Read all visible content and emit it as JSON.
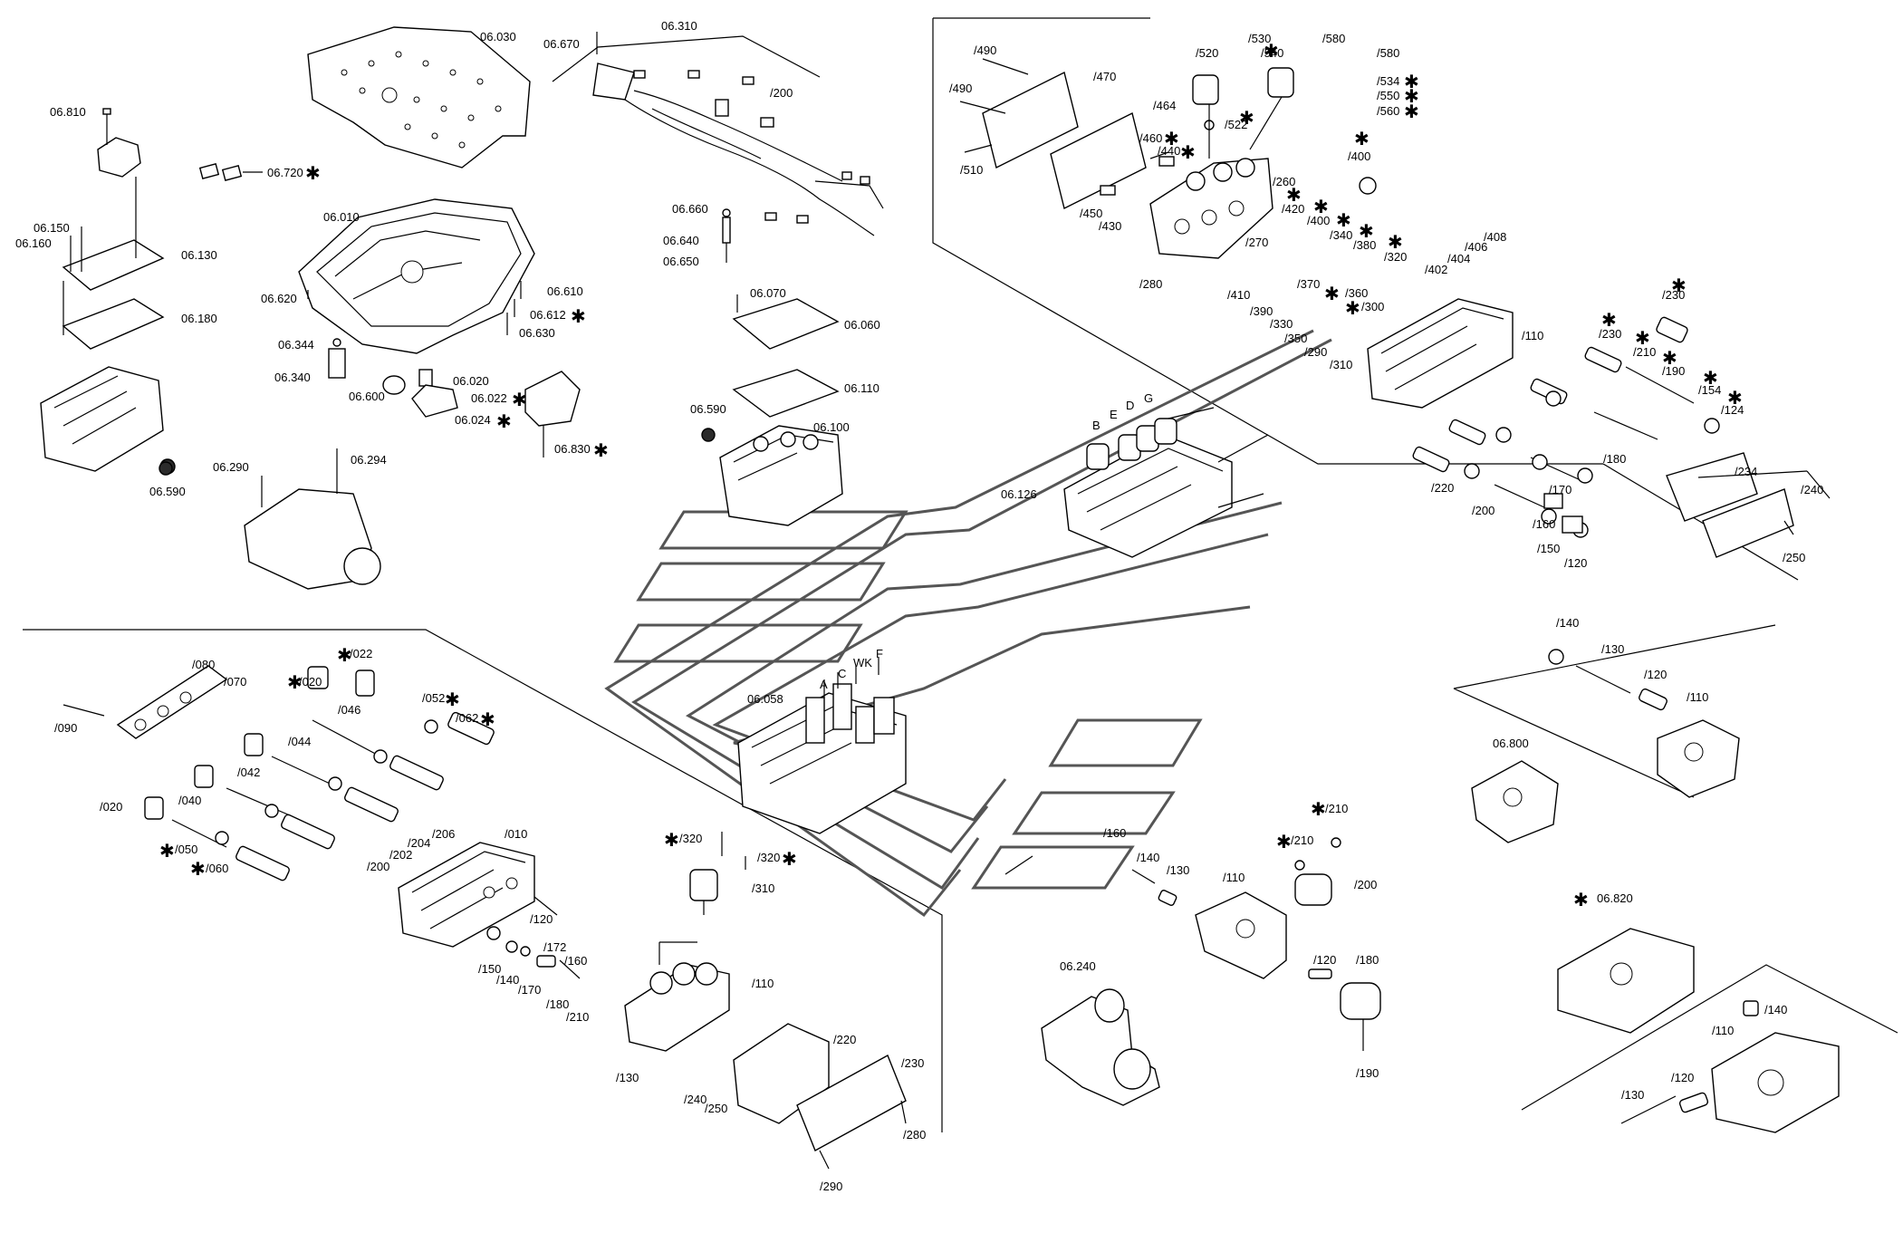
{
  "labels": {
    "l06030": "06.030",
    "l06810": "06.810",
    "l06720": "06.720",
    "l06150": "06.150",
    "l06160": "06.160",
    "l06130": "06.130",
    "l06180": "06.180",
    "l06590a": "06.590",
    "l06010": "06.010",
    "l06620": "06.620",
    "l06610": "06.610",
    "l06612": "06.612",
    "l06630": "06.630",
    "l06344": "06.344",
    "l06340": "06.340",
    "l06600": "06.600",
    "l06020": "06.020",
    "l06022": "06.022",
    "l06024": "06.024",
    "l06830": "06.830",
    "l06290": "06.290",
    "l06294": "06.294",
    "l06670": "06.670",
    "l06310": "06.310",
    "l200a": "/200",
    "l06660": "06.660",
    "l06640": "06.640",
    "l06650": "06.650",
    "l06070": "06.070",
    "l06060": "06.060",
    "l06110": "06.110",
    "l06590b": "06.590",
    "l06100": "06.100",
    "l490a": "/490",
    "l490b": "/490",
    "l510": "/510",
    "l470": "/470",
    "l464": "/464",
    "l520": "/520",
    "l530": "/530",
    "l540": "/540",
    "l580a": "/580",
    "l580b": "/580",
    "l522": "/522",
    "l534": "/534",
    "l550": "/550",
    "l560": "/560",
    "l400a": "/400",
    "l460": "/460",
    "l440": "/440",
    "l260": "/260",
    "l450": "/450",
    "l430": "/430",
    "l420": "/420",
    "l400b": "/400",
    "l340": "/340",
    "l380a": "/380",
    "l320a": "/320",
    "l270": "/270",
    "l280a": "/280",
    "l410": "/410",
    "l390": "/390",
    "l370": "/370",
    "l360": "/360",
    "l300": "/300",
    "l330": "/330",
    "l350": "/350",
    "l290a": "/290",
    "l310a": "/310",
    "l402": "/402",
    "l404": "/404",
    "l406": "/406",
    "l408": "/408",
    "l110a": "/110",
    "l230a": "/230",
    "l230b": "/230",
    "l210a": "/210",
    "l190a": "/190",
    "l154": "/154",
    "l124": "/124",
    "l180a": "/180",
    "l170": "/170",
    "l220a": "/220",
    "l200b": "/200",
    "l160a": "/160",
    "l150a": "/150",
    "l120a": "/120",
    "l234": "/234",
    "l240a": "/240",
    "l250a": "/250",
    "l06126": "06.126",
    "lB": "B",
    "lE": "E",
    "lD": "D",
    "lG": "G",
    "l06058": "06.058",
    "lA": "A",
    "lC": "C",
    "lWK": "WK",
    "lF": "F",
    "l090": "/090",
    "l080": "/080",
    "l070": "/070",
    "l020a": "/020",
    "l022": "/022",
    "l052": "/052",
    "l062": "/062",
    "l046": "/046",
    "l044": "/044",
    "l042": "/042",
    "l040": "/040",
    "l020b": "/020",
    "l050": "/050",
    "l060": "/060",
    "l206": "/206",
    "l204": "/204",
    "l202": "/202",
    "l200c": "/200",
    "l010": "/010",
    "l120b": "/120",
    "l150b": "/150",
    "l140a": "/140",
    "l172": "/172",
    "l170b": "/170",
    "l160b": "/160",
    "l180b": "/180",
    "l210b": "/210",
    "l320b": "/320",
    "l320c": "/320",
    "l310b": "/310",
    "l110b": "/110",
    "l130a": "/130",
    "l240b": "/240",
    "l250b": "/250",
    "l220b": "/220",
    "l230c": "/230",
    "l280b": "/280",
    "l290b": "/290",
    "l140b": "/140",
    "l130b": "/130",
    "l120c": "/120",
    "l110c": "/110",
    "l06800": "06.800",
    "l160c": "/160",
    "l140c": "/140",
    "l130c": "/130",
    "l110d": "/110",
    "l210c": "/210",
    "l210d": "/210",
    "l200d": "/200",
    "l120d": "/120",
    "l180c": "/180",
    "l190b": "/190",
    "l06240": "06.240",
    "l06820": "06.820",
    "l140d": "/140",
    "l110e": "/110",
    "l130d": "/130",
    "l120e": "/120"
  },
  "footnote_marker": "✱"
}
